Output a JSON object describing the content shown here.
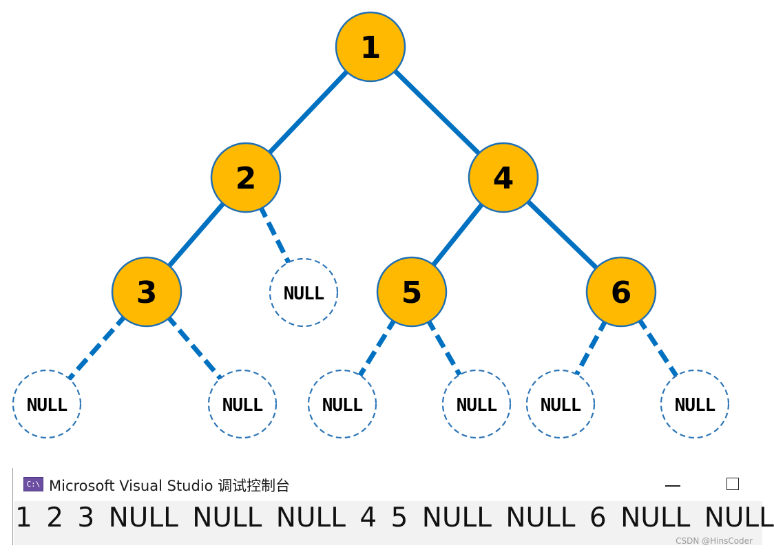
{
  "colors": {
    "node_fill": "#FFB900",
    "node_border": "#1F6FB5",
    "edge": "#0070C0",
    "null_border": "#2E75B6"
  },
  "tree": {
    "nodes": [
      {
        "id": "n1",
        "label": "1",
        "kind": "value"
      },
      {
        "id": "n2",
        "label": "2",
        "kind": "value"
      },
      {
        "id": "n4",
        "label": "4",
        "kind": "value"
      },
      {
        "id": "n3",
        "label": "3",
        "kind": "value"
      },
      {
        "id": "n5",
        "label": "5",
        "kind": "value"
      },
      {
        "id": "n6",
        "label": "6",
        "kind": "value"
      },
      {
        "id": "null2r",
        "label": "NULL",
        "kind": "null"
      },
      {
        "id": "null3l",
        "label": "NULL",
        "kind": "null"
      },
      {
        "id": "null3r",
        "label": "NULL",
        "kind": "null"
      },
      {
        "id": "null5l",
        "label": "NULL",
        "kind": "null"
      },
      {
        "id": "null5r",
        "label": "NULL",
        "kind": "null"
      },
      {
        "id": "null6l",
        "label": "NULL",
        "kind": "null"
      },
      {
        "id": "null6r",
        "label": "NULL",
        "kind": "null"
      }
    ],
    "edges": [
      {
        "from": "n1",
        "to": "n2",
        "style": "solid"
      },
      {
        "from": "n1",
        "to": "n4",
        "style": "solid"
      },
      {
        "from": "n2",
        "to": "n3",
        "style": "solid"
      },
      {
        "from": "n2",
        "to": "null2r",
        "style": "dashed"
      },
      {
        "from": "n4",
        "to": "n5",
        "style": "solid"
      },
      {
        "from": "n4",
        "to": "n6",
        "style": "solid"
      },
      {
        "from": "n3",
        "to": "null3l",
        "style": "dashed"
      },
      {
        "from": "n3",
        "to": "null3r",
        "style": "dashed"
      },
      {
        "from": "n5",
        "to": "null5l",
        "style": "dashed"
      },
      {
        "from": "n5",
        "to": "null5r",
        "style": "dashed"
      },
      {
        "from": "n6",
        "to": "null6l",
        "style": "dashed"
      },
      {
        "from": "n6",
        "to": "null6r",
        "style": "dashed"
      }
    ]
  },
  "console": {
    "icon_text": "C:\\",
    "title": "Microsoft Visual Studio 调试控制台",
    "output": "1 2 3 NULL NULL NULL 4 5 NULL NULL 6 NULL NULL"
  },
  "watermark": "CSDN @HinsCoder"
}
